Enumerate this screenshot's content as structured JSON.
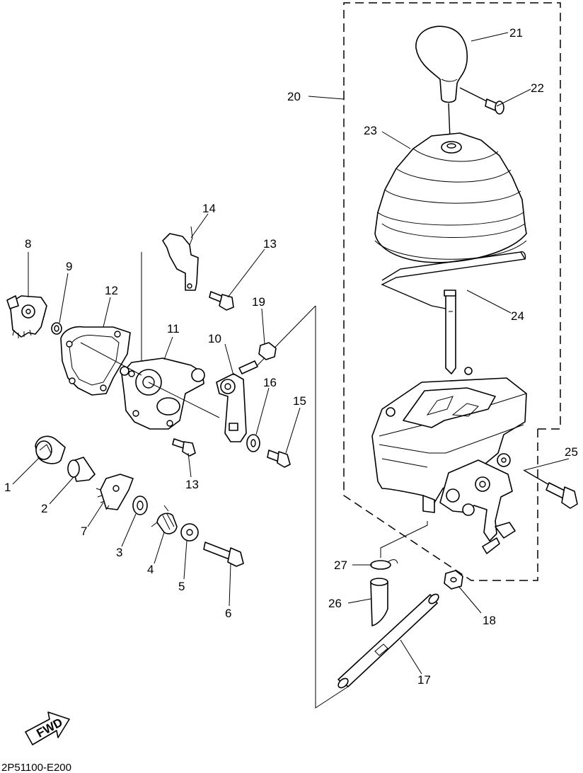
{
  "diagram_code": "2P51100-E200",
  "fwd_label": "FWD",
  "callouts": {
    "c1": "1",
    "c2": "2",
    "c3": "3",
    "c4": "4",
    "c5": "5",
    "c6": "6",
    "c7": "7",
    "c8": "8",
    "c9": "9",
    "c10": "10",
    "c11": "11",
    "c12": "12",
    "c13a": "13",
    "c13b": "13",
    "c14": "14",
    "c15": "15",
    "c16": "16",
    "c17": "17",
    "c18": "18",
    "c19": "19",
    "c20": "20",
    "c21": "21",
    "c22": "22",
    "c23": "23",
    "c24": "24",
    "c25": "25",
    "c26": "26",
    "c27": "27"
  }
}
